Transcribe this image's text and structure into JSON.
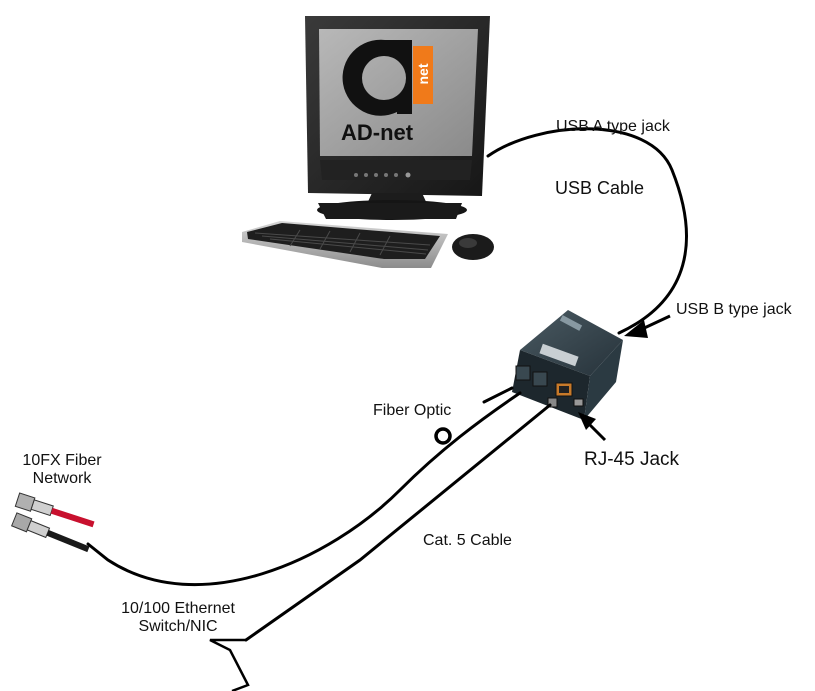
{
  "logo": {
    "mark_letter": "a",
    "mark_tag": "net",
    "wordmark": "AD-net",
    "brand_color": "#f07a1a"
  },
  "labels": {
    "usb_a_jack": "USB A type jack",
    "usb_cable": "USB Cable",
    "usb_b_jack": "USB B type jack",
    "fiber_optic": "Fiber Optic",
    "rj45_jack": "RJ-45 Jack",
    "fiber_network_line1": "10FX Fiber",
    "fiber_network_line2": "Network",
    "cat5_cable": "Cat. 5 Cable",
    "switch_line1": "10/100 Ethernet",
    "switch_line2": "Switch/NIC"
  },
  "colors": {
    "cable": "#000000",
    "monitor": "#2a2a2a",
    "screen": "#9a9a9a",
    "converter": "#2e3b42",
    "fiber_tip_red": "#c8102e"
  }
}
